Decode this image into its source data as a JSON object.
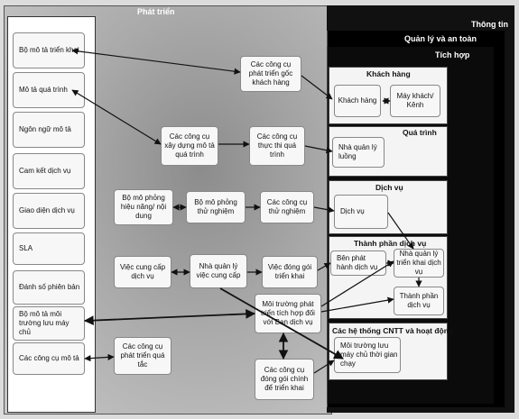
{
  "dev_area_title": "Phát triển",
  "ops_layers": [
    "Thông tin",
    "Quản lý và an toàn",
    "Tích hợp"
  ],
  "left_items": [
    "Bộ mô tả triển khai",
    "Mô tả quá trình",
    "Ngôn ngữ mô tả",
    "Cam kết dịch vụ",
    "Giao diện dịch vụ",
    "SLA",
    "Đánh số phiên bản",
    "Bộ mô tả môi trường lưu máy chủ",
    "Các công cụ mô tả"
  ],
  "tools": {
    "client_tools": "Các công cụ phát triển gốc khách hàng",
    "process_builder": "Các công cụ xây dựng mô tả quá trình",
    "process_exec": "Các công cụ thực thi quá trình",
    "perf_sim": "Bộ mô phỏng hiệu năng/ nội dung",
    "test_sim": "Bộ mô phỏng thử nghiệm",
    "test_tools": "Các công cụ thử nghiệm",
    "provisioning": "Việc cung cấp dịch vụ",
    "provision_mgr": "Nhà quản lý việc cung cấp",
    "packaging": "Việc đóng gói triển khai",
    "dev_env": "Môi trường phát triển tích hợp đối với Ban dịch vụ",
    "desc_tools": "Các công cụ phát triển quá tắc",
    "pkg_tools": "Các công cụ đóng gói chính để triển khai"
  },
  "groups": {
    "customer": {
      "title": "Khách hàng",
      "items": [
        "Khách hàng",
        "Máy khách/ Kênh"
      ]
    },
    "process": {
      "title": "Quá trình",
      "items": [
        "Nhà quản lý luồng"
      ]
    },
    "service": {
      "title": "Dịch vụ",
      "items": [
        "Dịch vụ"
      ]
    },
    "component": {
      "title": "Thành phần dịch vụ",
      "items": [
        "Bên phát hành dịch vụ",
        "Nhà quản lý triển khai dịch vụ",
        "Thành phần dịch vụ"
      ]
    },
    "infra": {
      "title": "Các hệ thống CNTT và hoạt động",
      "items": [
        "Môi trường lưu máy chủ thời gian chạy"
      ]
    }
  },
  "colors": {
    "ops_black": "#000000",
    "ops_white": "#ffffff",
    "dev_gray": "#a9a9a9"
  }
}
